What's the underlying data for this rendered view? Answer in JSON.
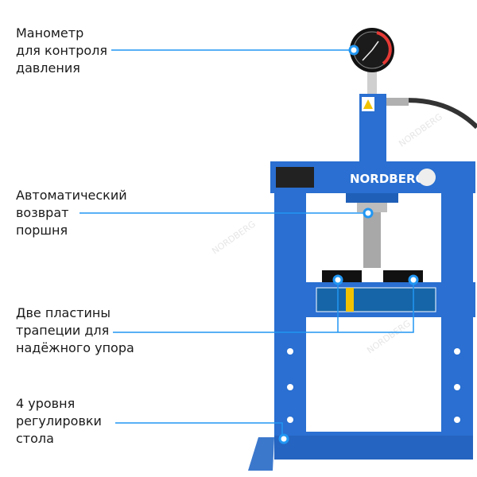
{
  "callouts": [
    {
      "lines": [
        "Манометр",
        "для контроля",
        "давления"
      ]
    },
    {
      "lines": [
        "Автоматический",
        "возврат",
        "поршня"
      ]
    },
    {
      "lines": [
        "Две пластины",
        "трапеции для",
        "надёжного упора"
      ]
    },
    {
      "lines": [
        "4 уровня",
        "регулировки",
        "стола"
      ]
    }
  ],
  "product": {
    "brand": "NORDBERG",
    "watermark": "NORDBERG"
  },
  "colors": {
    "frame": "#2a6fd1",
    "callout_line": "#2196f3",
    "text": "#1a1a1a"
  }
}
